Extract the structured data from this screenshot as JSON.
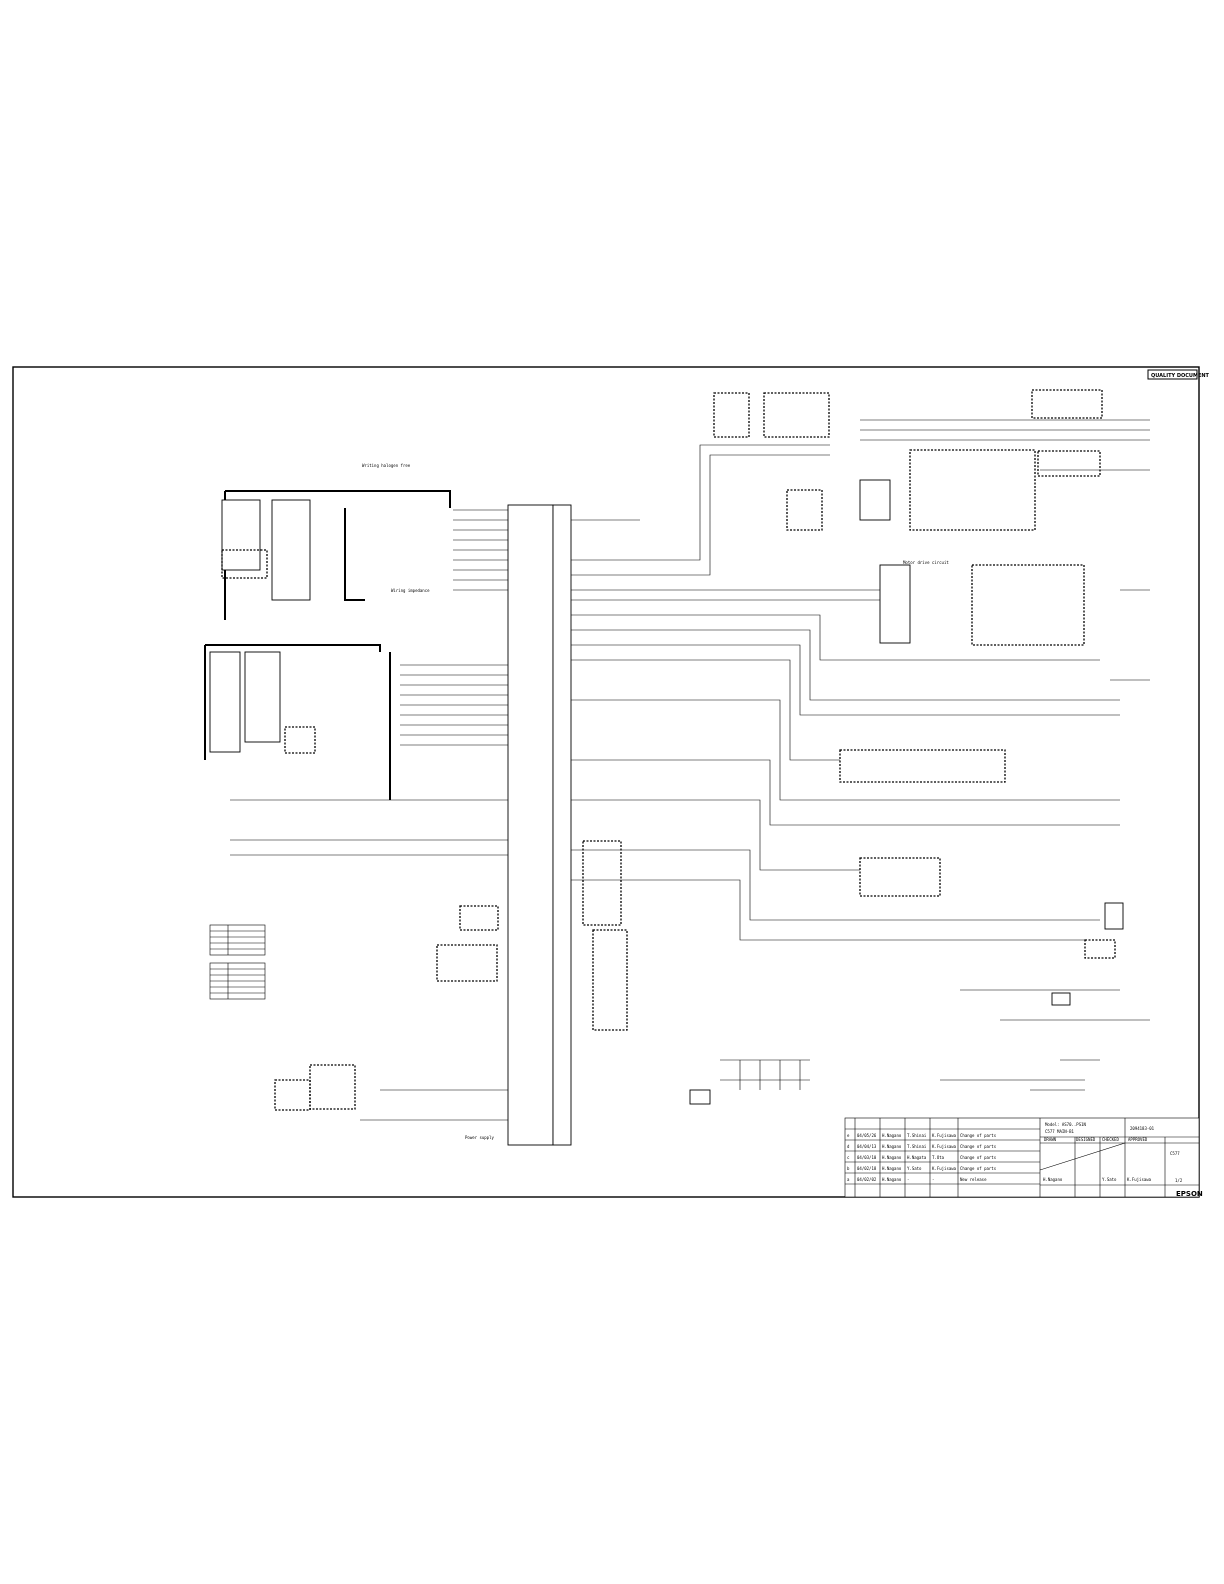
{
  "sheet": {
    "quality_stamp": "QUALITY DOCUMENT",
    "logo": "EPSON"
  },
  "title_block": {
    "model_line1": "Model: AS70..PS1N",
    "model_line2": "C577 MAIN-B1",
    "drawing_no": "2094183-01",
    "sheet_label": "1/2",
    "board_code": "C577",
    "headers": [
      "DRAWN",
      "DESIGNED",
      "CHECKED",
      "APPROVED"
    ],
    "revisions": [
      {
        "rev": "e",
        "date": "04/05/26",
        "drawn": "H.Nagano",
        "checked": "T.Shinai",
        "approved": "K.Fujisawa",
        "note": "Change of parts"
      },
      {
        "rev": "d",
        "date": "04/04/13",
        "drawn": "H.Nagano",
        "checked": "T.Shinai",
        "approved": "K.Fujisawa",
        "note": "Change of parts"
      },
      {
        "rev": "c",
        "date": "04/03/10",
        "drawn": "H.Nagano",
        "checked": "H.Nagata",
        "approved": "T.Ota",
        "note": "Change of parts"
      },
      {
        "rev": "b",
        "date": "04/02/18",
        "drawn": "H.Nagano",
        "checked": "Y.Sato",
        "approved": "K.Fujisawa",
        "note": "Change of parts"
      },
      {
        "rev": "a",
        "date": "04/02/02",
        "drawn": "H.Nagano",
        "checked": "-",
        "approved": "-",
        "note": "New release"
      }
    ],
    "sign_drawn": "H.Nagano",
    "sign_checked": "Y.Sato",
    "sign_approved": "K.Fujisawa"
  },
  "notes": {
    "note_ram": "Writing halogen free",
    "note_bus": "Wiring impedance",
    "note_mot": "Motor drive circuit",
    "note_pwr": "Power supply"
  }
}
